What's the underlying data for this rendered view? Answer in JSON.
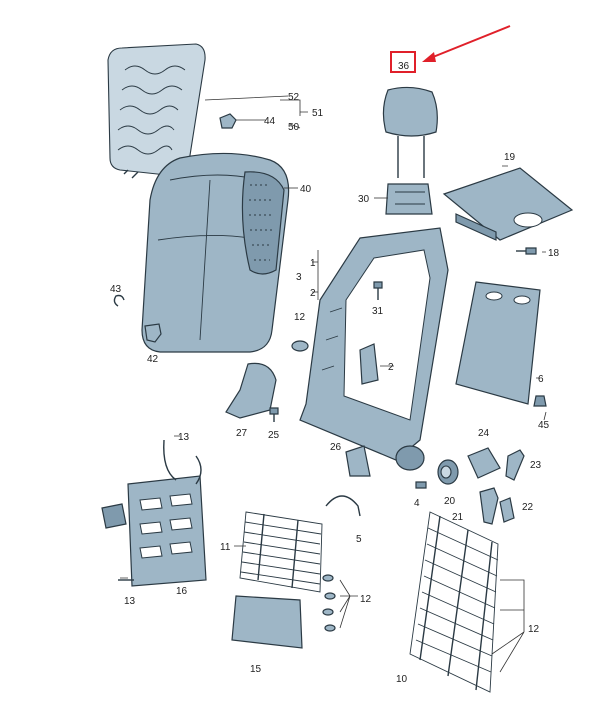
{
  "highlight_color": "#e0202a",
  "callouts": {
    "c1": "1",
    "c2": "2",
    "c3": "3",
    "c4": "4",
    "c5": "5",
    "c6": "6",
    "c10": "10",
    "c11": "11",
    "c12a": "12",
    "c12b": "12",
    "c12c": "12",
    "c13a": "13",
    "c13b": "13",
    "c15": "15",
    "c16": "16",
    "c18": "18",
    "c19": "19",
    "c20": "20",
    "c21": "21",
    "c22": "22",
    "c23": "23",
    "c24": "24",
    "c25": "25",
    "c26": "26",
    "c27": "27",
    "c30": "30",
    "c31": "31",
    "c36": "36",
    "c40": "40",
    "c42": "42",
    "c43": "43",
    "c44": "44",
    "c45": "45",
    "c50": "50",
    "c51": "51",
    "c52": "52"
  }
}
